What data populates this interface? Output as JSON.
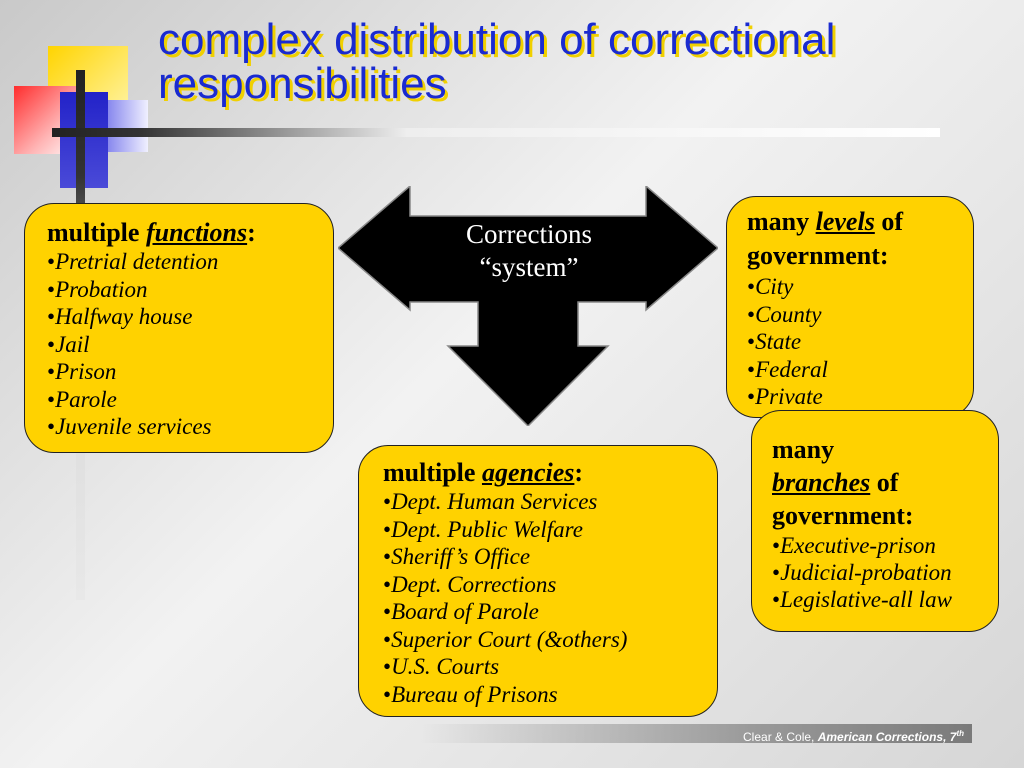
{
  "slide": {
    "title": "complex distribution of correctional responsibilities"
  },
  "center": {
    "line1": "Corrections",
    "line2": "“system”"
  },
  "functions_box": {
    "prefix": "multiple ",
    "keyword": "functions",
    "suffix": ":",
    "items": [
      "Pretrial detention",
      "Probation",
      "Halfway house",
      "Jail",
      "Prison",
      "Parole",
      "Juvenile services"
    ]
  },
  "levels_box": {
    "prefix": "many ",
    "keyword": "levels",
    "suffix": " of government:",
    "items": [
      "City",
      "County",
      "State",
      "Federal",
      "Private"
    ]
  },
  "branches_box": {
    "prefix": "many ",
    "keyword": "branches",
    "suffix": " of government:",
    "items": [
      "Executive-prison",
      "Judicial-probation",
      "Legislative-all law"
    ]
  },
  "agencies_box": {
    "prefix": "multiple ",
    "keyword": "agencies",
    "suffix": ":",
    "items": [
      "Dept. Human Services",
      "Dept. Public Welfare",
      "Sheriff’s Office",
      "Dept. Corrections",
      "Board of Parole",
      "Superior Court (&others)",
      "U.S. Courts",
      "Bureau of Prisons"
    ]
  },
  "footer": {
    "authors": "Clear & Cole, ",
    "book": "American Corrections, 7",
    "edition_sup": "th"
  },
  "colors": {
    "box_fill": "#ffd200",
    "title_text": "#1a2bd0",
    "title_shadow": "#f0d000",
    "arrow_fill": "#000000"
  }
}
